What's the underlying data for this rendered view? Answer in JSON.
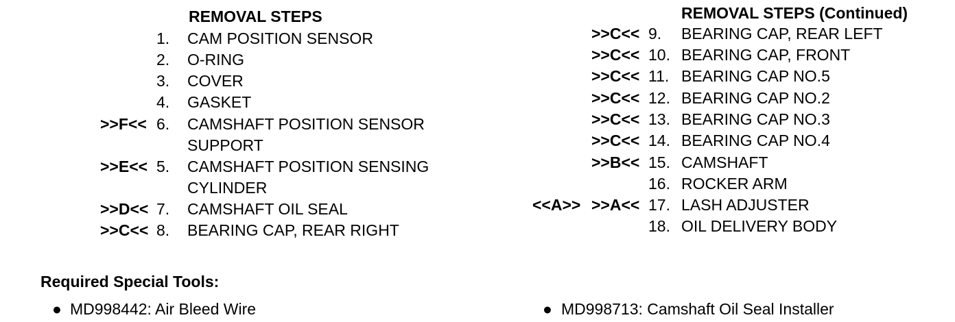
{
  "left": {
    "heading": "REMOVAL STEPS",
    "steps": [
      {
        "ref": "",
        "num": "1.",
        "label": "CAM POSITION SENSOR"
      },
      {
        "ref": "",
        "num": "2.",
        "label": "O-RING"
      },
      {
        "ref": "",
        "num": "3.",
        "label": "COVER"
      },
      {
        "ref": "",
        "num": "4.",
        "label": "GASKET"
      },
      {
        "ref": ">>F<<",
        "num": "6.",
        "label": "CAMSHAFT POSITION SENSOR"
      },
      {
        "ref": "",
        "num": "",
        "label": "SUPPORT"
      },
      {
        "ref": ">>E<<",
        "num": "5.",
        "label": "CAMSHAFT POSITION SENSING"
      },
      {
        "ref": "",
        "num": "",
        "label": "CYLINDER"
      },
      {
        "ref": ">>D<<",
        "num": "7.",
        "label": "CAMSHAFT OIL SEAL"
      },
      {
        "ref": ">>C<<",
        "num": "8.",
        "label": "BEARING CAP, REAR RIGHT"
      }
    ]
  },
  "right": {
    "heading": "REMOVAL STEPS (Continued)",
    "steps": [
      {
        "ref2": "",
        "ref": ">>C<<",
        "num": "9.",
        "label": "BEARING CAP, REAR LEFT"
      },
      {
        "ref2": "",
        "ref": ">>C<<",
        "num": "10.",
        "label": "BEARING CAP, FRONT"
      },
      {
        "ref2": "",
        "ref": ">>C<<",
        "num": "11.",
        "label": "BEARING CAP NO.5"
      },
      {
        "ref2": "",
        "ref": ">>C<<",
        "num": "12.",
        "label": "BEARING CAP NO.2"
      },
      {
        "ref2": "",
        "ref": ">>C<<",
        "num": "13.",
        "label": "BEARING CAP NO.3"
      },
      {
        "ref2": "",
        "ref": ">>C<<",
        "num": "14.",
        "label": "BEARING CAP NO.4"
      },
      {
        "ref2": "",
        "ref": ">>B<<",
        "num": "15.",
        "label": "CAMSHAFT"
      },
      {
        "ref2": "",
        "ref": "",
        "num": "16.",
        "label": "ROCKER ARM"
      },
      {
        "ref2": "<<A>>",
        "ref": ">>A<<",
        "num": "17.",
        "label": "LASH ADJUSTER"
      },
      {
        "ref2": "",
        "ref": "",
        "num": "18.",
        "label": "OIL DELIVERY BODY"
      }
    ]
  },
  "tools": {
    "heading": "Required Special Tools:",
    "bullet": "●",
    "items": [
      "MD998442: Air Bleed Wire",
      "MD998713: Camshaft Oil Seal Installer"
    ]
  }
}
